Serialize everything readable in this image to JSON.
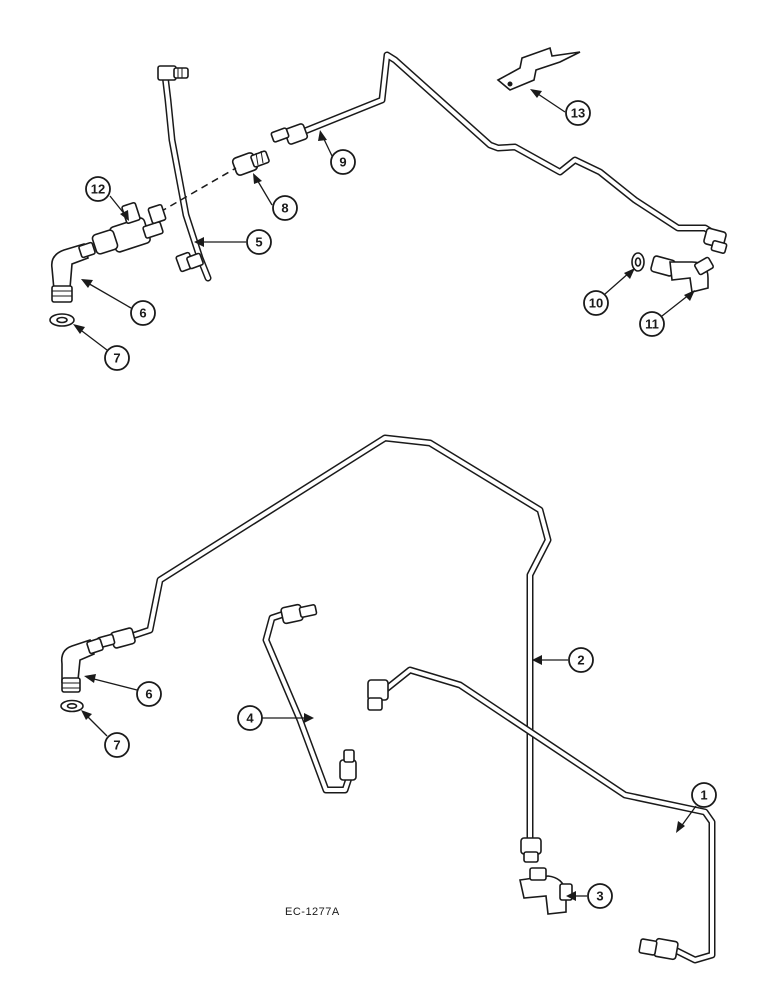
{
  "diagram": {
    "figure_code": "EC-1277A",
    "callouts": [
      "1",
      "2",
      "3",
      "4",
      "5",
      "6",
      "7",
      "8",
      "9",
      "10",
      "11",
      "12",
      "13"
    ],
    "lower_callouts": [
      "6",
      "7"
    ]
  }
}
